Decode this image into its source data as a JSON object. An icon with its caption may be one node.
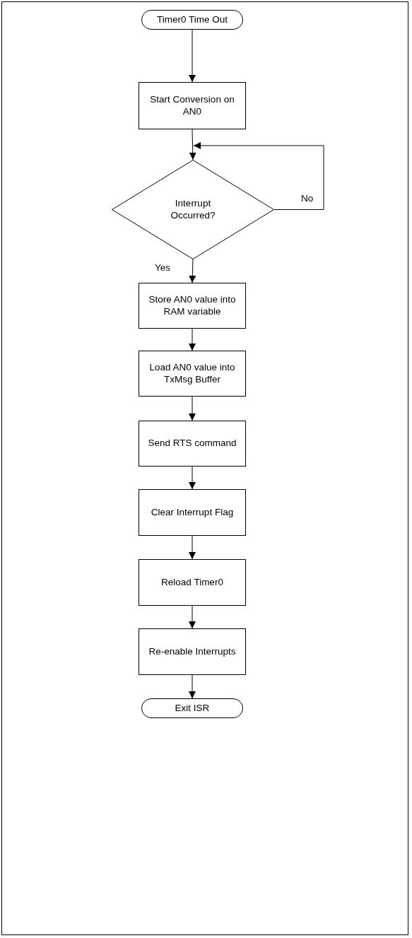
{
  "diagram": {
    "nodes": [
      {
        "text": [
          "Timer0 Time Out"
        ]
      },
      {
        "text": [
          "Start Conversion on AN0"
        ]
      },
      {
        "text": [
          "Interrupt Occurred?"
        ]
      },
      {
        "text": [
          "Store AN0 value into RAM variable"
        ]
      },
      {
        "text": [
          "Load AN0 value into TxMsg Buffer"
        ]
      },
      {
        "text": [
          "Send RTS command"
        ]
      },
      {
        "text": [
          "Clear Interrupt Flag"
        ]
      },
      {
        "text": [
          "Reload Timer0"
        ]
      },
      {
        "text": [
          "Re-enable Interrupts"
        ]
      },
      {
        "text": [
          "Exit ISR"
        ]
      }
    ],
    "edges": [
      {
        "from": 0,
        "to": 1,
        "arrow": "to"
      },
      {
        "from": 1,
        "to": 2,
        "arrow": "to"
      },
      {
        "from": 2,
        "to": 2,
        "arrow": "to",
        "label": "No"
      },
      {
        "from": 2,
        "to": 3,
        "arrow": "to",
        "label": "Yes"
      },
      {
        "from": 3,
        "to": 4,
        "arrow": "to"
      },
      {
        "from": 4,
        "to": 5,
        "arrow": "to"
      },
      {
        "from": 5,
        "to": 6,
        "arrow": "to"
      },
      {
        "from": 6,
        "to": 7,
        "arrow": "to"
      },
      {
        "from": 7,
        "to": 8,
        "arrow": "to"
      },
      {
        "from": 8,
        "to": 9,
        "arrow": "to"
      }
    ]
  }
}
